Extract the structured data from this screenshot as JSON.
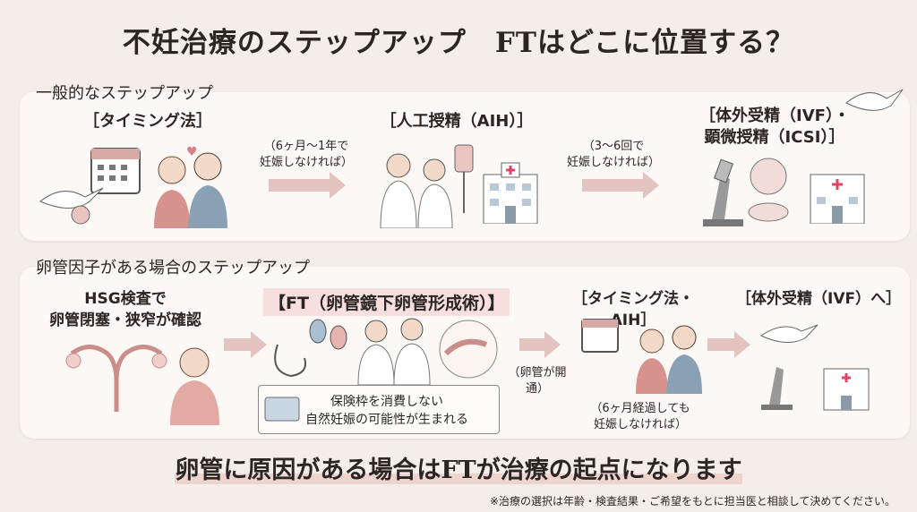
{
  "title": "不妊治療のステップアップ　FTはどこに位置する？",
  "general": {
    "label": "一般的なステップアップ",
    "steps": [
      {
        "label": "［タイミング法］",
        "icons": [
          "calendar-icon",
          "couple-icon",
          "stork-icon"
        ]
      },
      {
        "label": "［人工授精（AIH）］",
        "icons": [
          "doctors-icon",
          "iv-bag-icon",
          "hospital-icon"
        ]
      },
      {
        "label1": "［体外受精（IVF）・",
        "label2": "顕微授精（ICSI）］",
        "icons": [
          "microscope-icon",
          "petri-dish-icon",
          "hospital-icon"
        ]
      }
    ],
    "transitions": [
      {
        "line1": "（6ヶ月〜1年で",
        "line2": "妊娠しなければ）"
      },
      {
        "line1": "（3〜6回で",
        "line2": "妊娠しなければ）"
      }
    ]
  },
  "tubal": {
    "label": "卵管因子がある場合のステップアップ",
    "steps": [
      {
        "label1": "HSG検査で",
        "label2": "卵管閉塞・狭窄が確認"
      },
      {
        "label": "【FT（卵管鏡下卵管形成術）】"
      },
      {
        "label": "［タイミング法・AIH］"
      },
      {
        "label": "［体外受精（IVF）へ］"
      }
    ],
    "ft_box": {
      "line1": "保険枠を消費しない",
      "line2": "自然妊娠の可能性が生まれる"
    },
    "transitions": [
      {
        "line1": "（卵管が開通）"
      },
      {
        "line1": "（6ヶ月経過しても",
        "line2": "妊娠しなければ）"
      }
    ]
  },
  "headline": "卵管に原因がある場合はFTが治療の起点になります",
  "footnote": "※治療の選択は年齢・検査結果・ご希望をもとに担当医と相談して決めてください。",
  "colors": {
    "accent": "#e3c3c0",
    "highlight": "#efd3cf",
    "background": "#f4eeeb"
  }
}
